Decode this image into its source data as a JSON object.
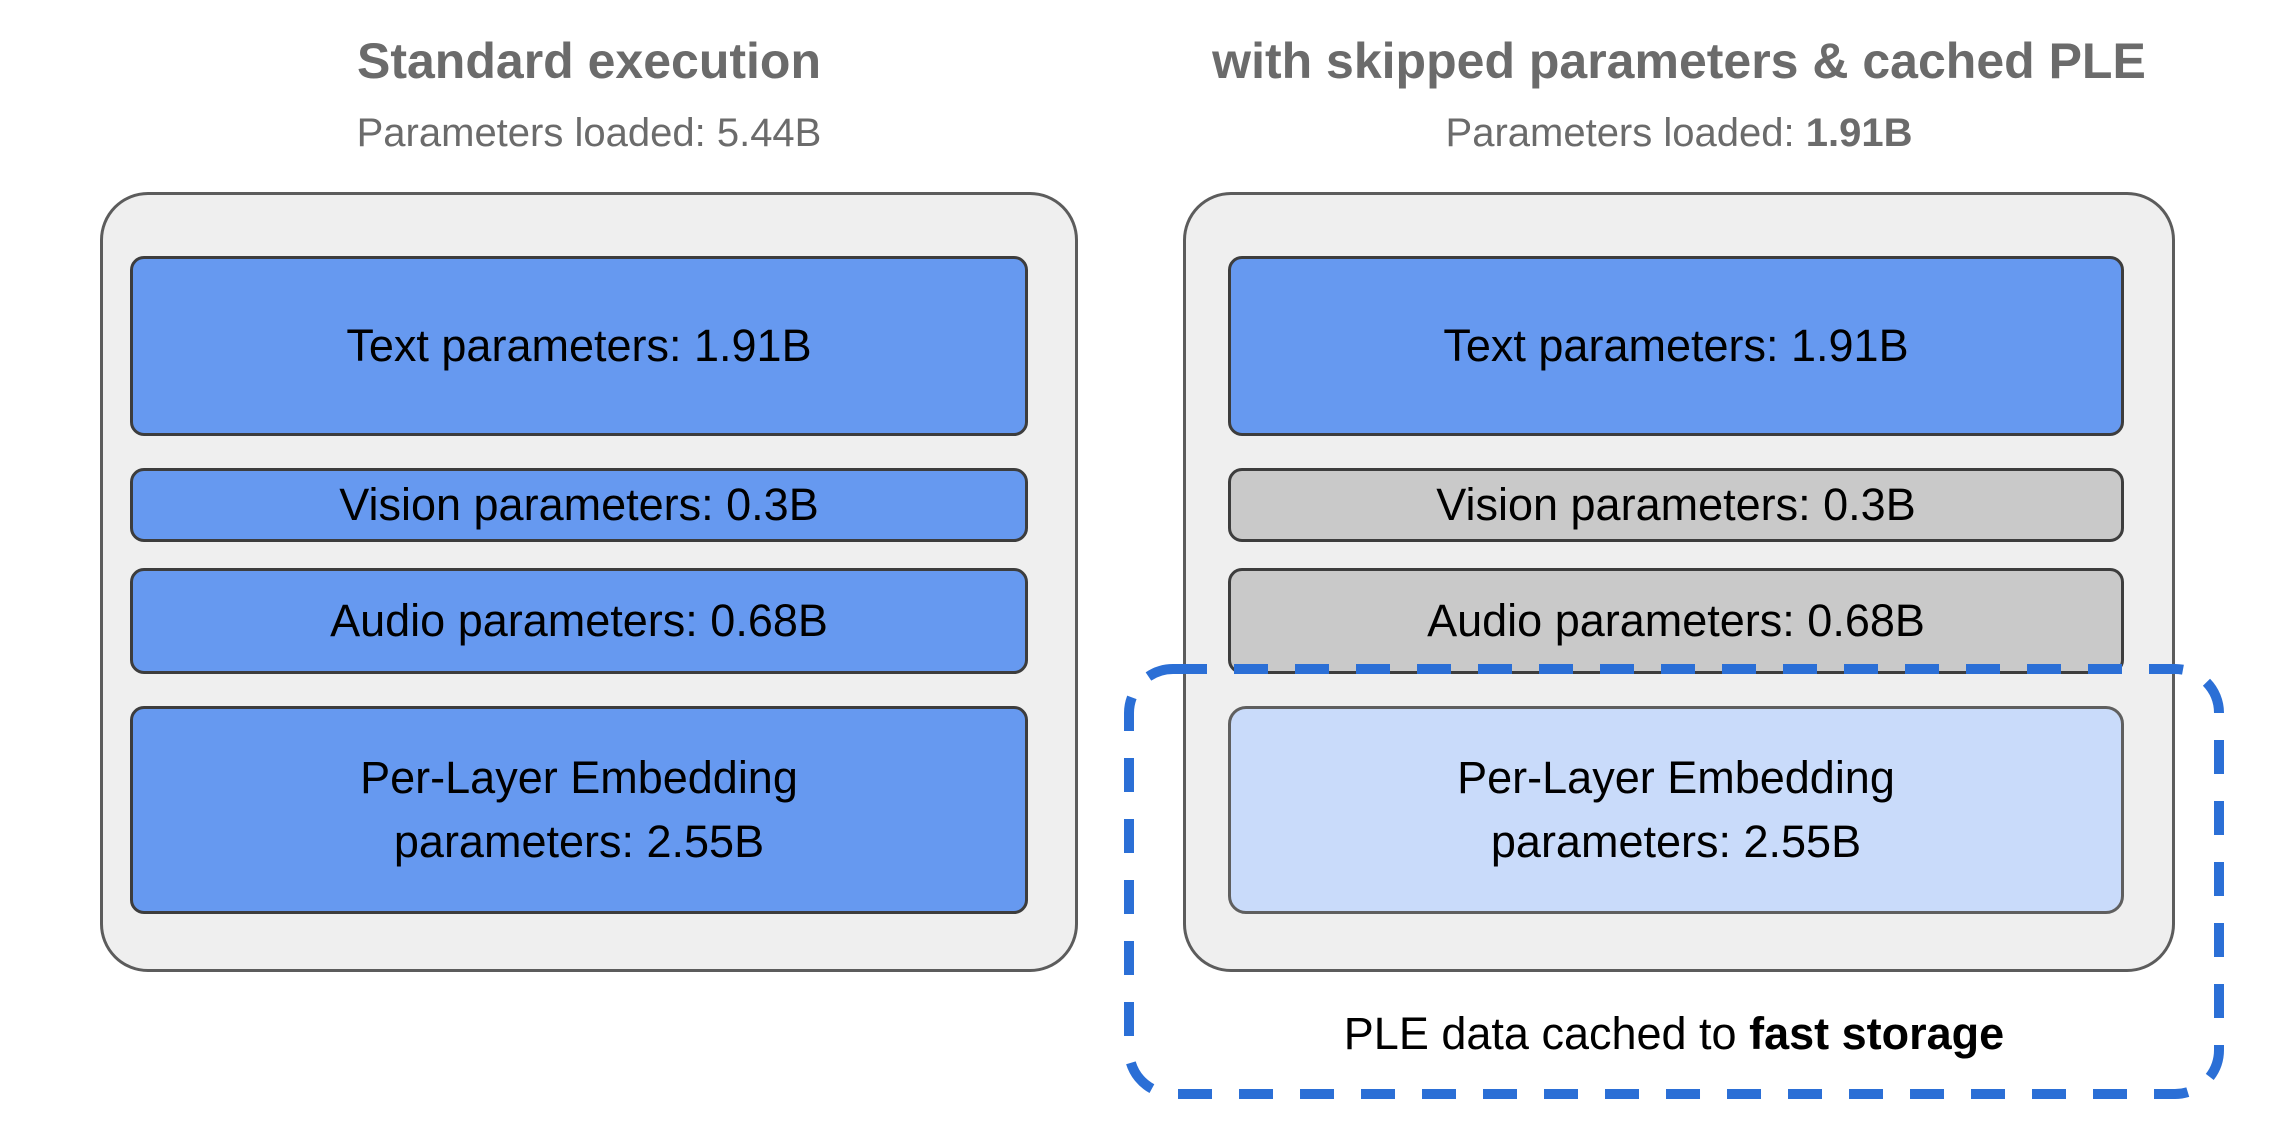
{
  "left_panel": {
    "title": "Standard execution",
    "subtitle_prefix": "Parameters loaded: ",
    "subtitle_value": "5.44B",
    "boxes": {
      "text": "Text parameters: 1.91B",
      "vision": "Vision parameters: 0.3B",
      "audio": "Audio parameters: 0.68B",
      "ple": "Per-Layer Embedding\nparameters: 2.55B"
    }
  },
  "right_panel": {
    "title": "with skipped parameters & cached PLE",
    "subtitle_prefix": "Parameters loaded: ",
    "subtitle_value": "1.91B",
    "boxes": {
      "text": "Text parameters: 1.91B",
      "vision": "Vision parameters: 0.3B",
      "audio": "Audio parameters: 0.68B",
      "ple": "Per-Layer Embedding\nparameters: 2.55B"
    },
    "callout": {
      "prefix": "PLE data cached to ",
      "emphasis": "fast storage"
    }
  },
  "colors": {
    "title_gray": "#6b6b6b",
    "panel_fill": "#efefef",
    "panel_border": "#5c5c5c",
    "loaded_blue": "#6699f0",
    "skipped_gray": "#c9c9c9",
    "cached_light_blue": "#c9dbfa",
    "box_border": "#3d3d3d",
    "dash_blue": "#2b6fd6",
    "label_black": "#000000"
  }
}
